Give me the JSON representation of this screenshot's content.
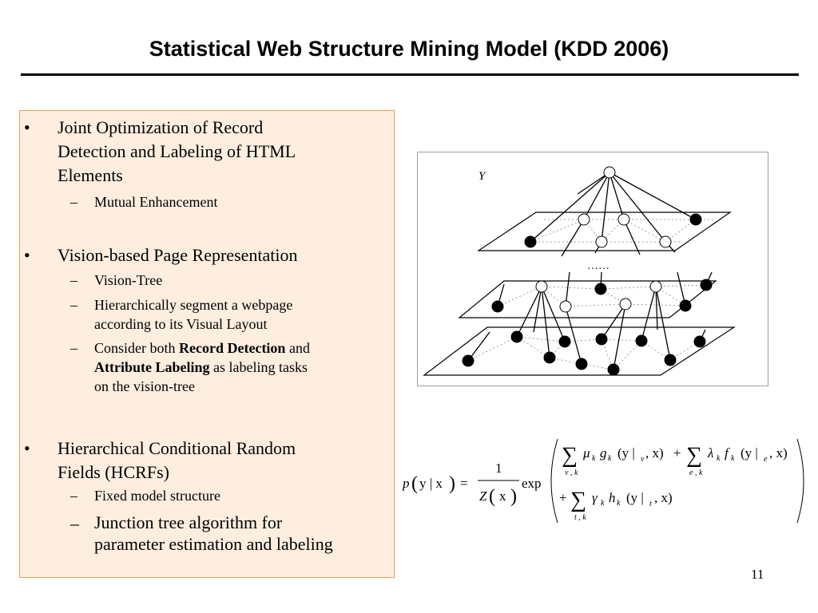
{
  "slide": {
    "title": "Statistical Web Structure Mining Model (KDD 2006)",
    "page_number": "11"
  },
  "bullets": [
    {
      "marker": "•",
      "lines": [
        "Joint Optimization of Record",
        "Detection and Labeling of HTML",
        "Elements"
      ]
    },
    {
      "marker": "•",
      "lines": [
        "Vision-based Page Representation"
      ]
    },
    {
      "marker": "•",
      "lines": [
        "Hierarchical Conditional Random",
        "Fields (HCRFs)"
      ]
    }
  ],
  "sub_bullets": {
    "mutual": "Mutual Enhancement",
    "vision_tree": "Vision-Tree",
    "segment_1": "Hierarchically segment a webpage",
    "segment_2": "according to its Visual Layout",
    "consider_1": "Consider both",
    "consider_bold_1": "Record Detection",
    "consider_2": "and",
    "consider_bold_2": "Attribute Labeling",
    "consider_3": "as labeling tasks",
    "consider_4": "on the vision-tree",
    "fixed": "Fixed model structure",
    "junction_1": "Junction tree algorithm for",
    "junction_2": "parameter estimation and labeling",
    "dash": "–"
  },
  "figure": {
    "root_label": "Y",
    "ellipsis": "……"
  },
  "equation": {
    "p": "p",
    "y_given_x": "y | x",
    "equals": "=",
    "one": "1",
    "Z": "Z",
    "x": "x",
    "exp": "exp",
    "mu": "μ",
    "g": "g",
    "lambda": "λ",
    "f": "f",
    "gamma": "γ",
    "h": "h",
    "k": "k",
    "vk": "v , k",
    "ek": "e , k",
    "tk": "t , k",
    "arg_v_open": "(y |",
    "arg_v": "v",
    "arg_e": "e",
    "arg_t": "t",
    "arg_close": ", x)",
    "plus": "+",
    "sum": "∑"
  }
}
